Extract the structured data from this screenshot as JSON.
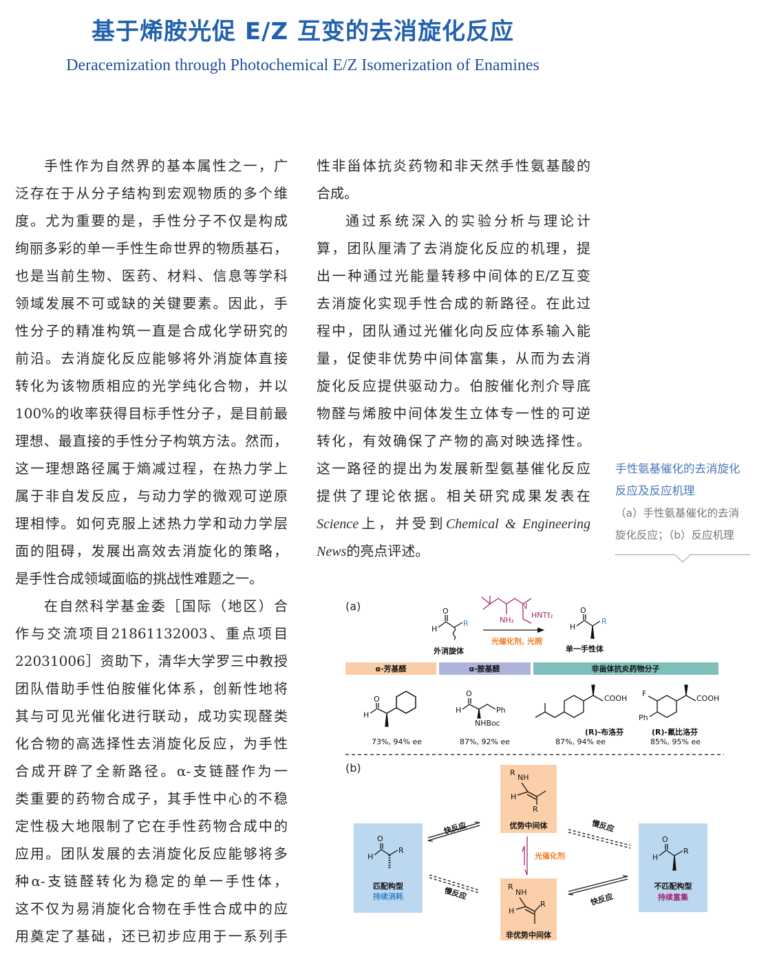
{
  "header": {
    "title": "基于烯胺光促 E/Z 互变的去消旋化反应",
    "subtitle": "Deracemization through Photochemical E/Z Isomerization of Enamines"
  },
  "left_column": [
    "手性作为自然界的基本属性之一，广",
    "泛存在于从分子结构到宏观物质的多个维",
    "度。尤为重要的是，手性分子不仅是构成",
    "绚丽多彩的单一手性生命世界的物质基石，",
    "也是当前生物、医药、材料、信息等学科",
    "领域发展不可或缺的关键要素。因此，手",
    "性分子的精准构筑一直是合成化学研究的",
    "前沿。去消旋化反应能够将外消旋体直接",
    "转化为该物质相应的光学纯化合物，并以",
    "100%的收率获得目标手性分子，是目前最",
    "理想、最直接的手性分子构筑方法。然而，",
    "这一理想路径属于熵减过程，在热力学上",
    "属于非自发反应，与动力学的微观可逆原",
    "理相悖。如何克服上述热力学和动力学层",
    "面的阻碍，发展出高效去消旋化的策略，",
    "是手性合成领域面临的挑战性难题之一。",
    "在自然科学基金委［国际（地区）合",
    "作与交流项目21861132003、重点项目",
    "22031006］资助下，清华大学罗三中教授",
    "团队借助手性伯胺催化体系，创新性地将",
    "其与可见光催化进行联动，成功实现醛类",
    "化合物的高选择性去消旋化反应，为手性",
    "合成开辟了全新路径。α-支链醛作为一",
    "类重要的药物合成子，其手性中心的不稳",
    "定性极大地限制了它在手性药物合成中的",
    "应用。团队发展的去消旋化反应能够将多",
    "种α-支链醛转化为稳定的单一手性体，",
    "这不仅为易消旋化合物在手性合成中的应",
    "用奠定了基础，还已初步应用于一系列手"
  ],
  "right_column": [
    "性非甾体抗炎药物和非天然手性氨基酸的",
    "合成。",
    "通过系统深入的实验分析与理论计",
    "算，团队厘清了去消旋化反应的机理，提",
    "出一种通过光能量转移中间体的E/Z互变",
    "去消旋化实现手性合成的新路径。在此过",
    "程中，团队通过光催化向反应体系输入能",
    "量，促使非优势中间体富集，从而为去消",
    "旋化反应提供驱动力。伯胺催化剂介导底",
    "物醛与烯胺中间体发生立体专一性的可逆",
    "转化，有效确保了产物的高对映选择性。",
    "这一路径的提出为发展新型氨基催化反应",
    "提供了理论依据。相关研究成果发表在"
  ],
  "right_column_tail": {
    "journal": "Science",
    "text1": "上，并受到",
    "magazine_a": "Chemical & Engineering",
    "magazine_b": "News",
    "text2": "的亮点评述。"
  },
  "caption": {
    "title_lines": [
      "手性氨基催化的去消旋化",
      "反应及反应机理"
    ],
    "desc_lines": [
      "（a）手性氨基催化的去消",
      "旋化反应；（b）反应机理"
    ]
  },
  "figure": {
    "panel_a": {
      "label": "(a)",
      "racemate": "外消旋体",
      "single_enantiomer": "单一手性体",
      "conditions": "光催化剂, 光照",
      "catalyst_amine": "NH₂",
      "catalyst_n": "N",
      "catalyst_acid": "HNTf₂",
      "categories": [
        "α-芳基醛",
        "α-胺基醛",
        "非甾体抗炎药物分子"
      ],
      "products": [
        {
          "name": "",
          "result": "73%, 94% ee"
        },
        {
          "name": "",
          "result": "87%, 92% ee"
        },
        {
          "name": "(R)-布洛芬",
          "result": "87%, 94% ee"
        },
        {
          "name": "(R)-氟比洛芬",
          "result": "85%, 95% ee"
        }
      ]
    },
    "panel_b": {
      "label": "(b)",
      "major_intermediate": "优势中间体",
      "minor_intermediate": "非优势中间体",
      "matched": "匹配构型",
      "matched_note": "持续消耗",
      "mismatched": "不匹配构型",
      "mismatched_note": "持续富集",
      "photocatalyst": "光催化剂",
      "fast": "快反应",
      "slow": "慢反应"
    },
    "colors": {
      "aryl": "#f9cda8",
      "amino": "#aeb3dc",
      "nsaid": "#7fbfba",
      "intermediate": "#fbcfa9",
      "aldehyde_box": "#bcd8f0",
      "orange_text": "#f07d22",
      "magenta": "#a0286e",
      "blue_text": "#3a87c8"
    }
  }
}
